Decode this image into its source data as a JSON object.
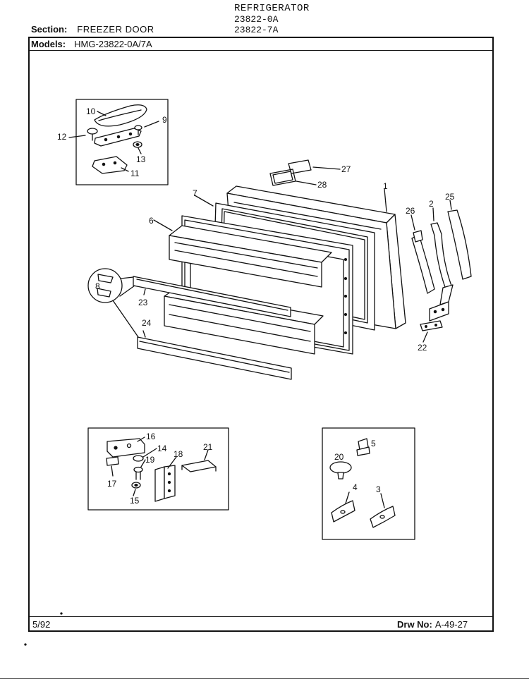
{
  "header": {
    "product": "REFRIGERATOR",
    "model_codes": [
      "23822-0A",
      "23822-7A"
    ]
  },
  "section": {
    "label": "Section:",
    "value": "FREEZER DOOR"
  },
  "models": {
    "label": "Models:",
    "value": "HMG-23822-0A/7A"
  },
  "footer": {
    "date": "5/92",
    "drawing_label": "Drw No:",
    "drawing_number": "A-49-27"
  },
  "callouts": [
    "1",
    "2",
    "3",
    "4",
    "5",
    "6",
    "7",
    "8",
    "9",
    "10",
    "11",
    "12",
    "13",
    "14",
    "15",
    "16",
    "17",
    "18",
    "19",
    "20",
    "21",
    "22",
    "23",
    "24",
    "25",
    "26",
    "27",
    "28"
  ]
}
